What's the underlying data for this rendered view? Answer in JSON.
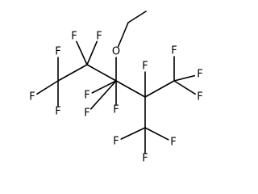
{
  "molecule": {
    "atoms": [
      {
        "id": "ch3-ethyl",
        "element": "C",
        "label": ""
      },
      {
        "id": "ch2-ethyl",
        "element": "C",
        "label": ""
      },
      {
        "id": "o-ether",
        "element": "O",
        "label": "O"
      },
      {
        "id": "c3",
        "element": "C",
        "label": ""
      },
      {
        "id": "c2",
        "element": "C",
        "label": ""
      },
      {
        "id": "c1",
        "element": "C",
        "label": ""
      },
      {
        "id": "c4",
        "element": "C",
        "label": ""
      },
      {
        "id": "cf3-top",
        "element": "C",
        "label": ""
      },
      {
        "id": "cf3-bottom",
        "element": "C",
        "label": ""
      },
      {
        "id": "f-c1-top",
        "element": "F",
        "label": "F"
      },
      {
        "id": "f-c1-left",
        "element": "F",
        "label": "F"
      },
      {
        "id": "f-c1-bottom",
        "element": "F",
        "label": "F"
      },
      {
        "id": "f-c2-top-left",
        "element": "F",
        "label": "F"
      },
      {
        "id": "f-c2-top-right",
        "element": "F",
        "label": "F"
      },
      {
        "id": "f-c3-bottom-left",
        "element": "F",
        "label": "F"
      },
      {
        "id": "f-c3-bottom-right",
        "element": "F",
        "label": "F"
      },
      {
        "id": "f-c3",
        "element": "F",
        "label": "F"
      },
      {
        "id": "f-c4",
        "element": "F",
        "label": "F"
      },
      {
        "id": "f-cf3-top-1",
        "element": "F",
        "label": "F"
      },
      {
        "id": "f-cf3-top-2",
        "element": "F",
        "label": "F"
      },
      {
        "id": "f-cf3-top-3",
        "element": "F",
        "label": "F"
      },
      {
        "id": "f-cf3-bottom-1",
        "element": "F",
        "label": "F"
      },
      {
        "id": "f-cf3-bottom-2",
        "element": "F",
        "label": "F"
      },
      {
        "id": "f-cf3-bottom-3",
        "element": "F",
        "label": "F"
      }
    ],
    "bonds": [
      {
        "from": "ch3-ethyl",
        "to": "ch2-ethyl",
        "order": 1
      },
      {
        "from": "ch2-ethyl",
        "to": "o-ether",
        "order": 1
      },
      {
        "from": "o-ether",
        "to": "c3",
        "order": 1
      },
      {
        "from": "c1",
        "to": "c2",
        "order": 1
      },
      {
        "from": "c2",
        "to": "c3",
        "order": 1
      },
      {
        "from": "c3",
        "to": "c4",
        "order": 1
      },
      {
        "from": "c4",
        "to": "cf3-top",
        "order": 1
      },
      {
        "from": "c4",
        "to": "cf3-bottom",
        "order": 1
      },
      {
        "from": "c1",
        "to": "f-c1-top",
        "order": 1
      },
      {
        "from": "c1",
        "to": "f-c1-left",
        "order": 1
      },
      {
        "from": "c1",
        "to": "f-c1-bottom",
        "order": 1
      },
      {
        "from": "c2",
        "to": "f-c2-top-left",
        "order": 1
      },
      {
        "from": "c2",
        "to": "f-c2-top-right",
        "order": 1
      },
      {
        "from": "c3",
        "to": "f-c3-bottom-left",
        "order": 1
      },
      {
        "from": "c3",
        "to": "f-c3-bottom-right",
        "order": 1
      },
      {
        "from": "c3",
        "to": "f-c3",
        "order": 1
      },
      {
        "from": "c4",
        "to": "f-c4",
        "order": 1
      },
      {
        "from": "cf3-top",
        "to": "f-cf3-top-1",
        "order": 1
      },
      {
        "from": "cf3-top",
        "to": "f-cf3-top-2",
        "order": 1
      },
      {
        "from": "cf3-top",
        "to": "f-cf3-top-3",
        "order": 1
      },
      {
        "from": "cf3-bottom",
        "to": "f-cf3-bottom-1",
        "order": 1
      },
      {
        "from": "cf3-bottom",
        "to": "f-cf3-bottom-2",
        "order": 1
      },
      {
        "from": "cf3-bottom",
        "to": "f-cf3-bottom-3",
        "order": 1
      }
    ]
  },
  "colors": {
    "bond": "#000000",
    "label": "#000000",
    "background": "#ffffff"
  }
}
